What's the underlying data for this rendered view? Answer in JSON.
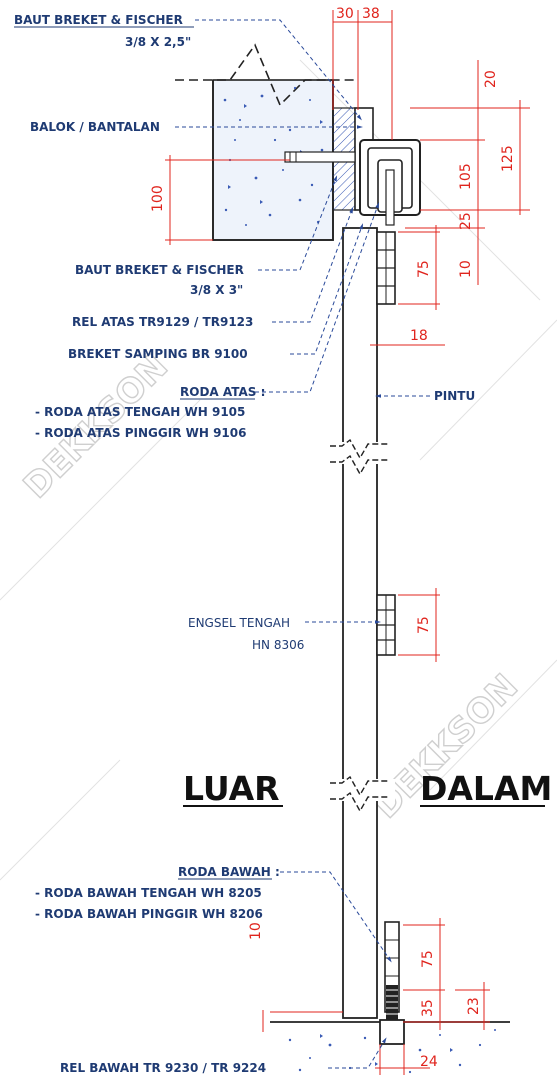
{
  "labels": {
    "baut_breket_top": "BAUT BREKET & FISCHER",
    "baut_breket_top_size": "3/8 X 2,5\"",
    "balok": "BALOK / BANTALAN",
    "baut_breket_mid": "BAUT BREKET & FISCHER",
    "baut_breket_mid_size": "3/8 X 3\"",
    "rel_atas": "REL ATAS TR9129 / TR9123",
    "breket_samping": "BREKET SAMPING BR 9100",
    "roda_atas_title": "RODA ATAS :",
    "roda_atas_1": "- RODA ATAS TENGAH WH 9105",
    "roda_atas_2": "- RODA ATAS PINGGIR WH 9106",
    "pintu": "PINTU",
    "engsel": "ENGSEL TENGAH",
    "engsel_code": "HN 8306",
    "luar": "LUAR",
    "dalam": "DALAM",
    "roda_bawah_title": "RODA BAWAH :",
    "roda_bawah_1": "- RODA BAWAH TENGAH WH 8205",
    "roda_bawah_2": "- RODA BAWAH PINGGIR WH 8206",
    "rel_bawah": "REL BAWAH  TR 9230 / TR 9224",
    "watermark": "DEKKSON"
  },
  "dimensions": {
    "d30": "30",
    "d38": "38",
    "d20": "20",
    "d105": "105",
    "d125": "125",
    "d25": "25",
    "d100": "100",
    "d75_top": "75",
    "d10_top": "10",
    "d18": "18",
    "d75_mid": "75",
    "d10_bottom": "10",
    "d75_bottom": "75",
    "d35": "35",
    "d23": "23",
    "d24": "24"
  },
  "colors": {
    "label": "#1f3b73",
    "dimension": "#e0241d",
    "leader": "#2a4a9a",
    "concrete_fill": "#eef3fb",
    "concrete_dots": "#3a5bb5"
  }
}
